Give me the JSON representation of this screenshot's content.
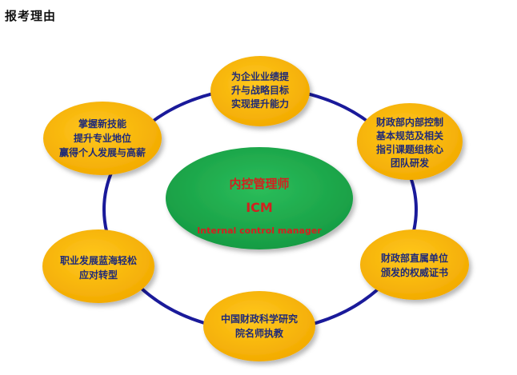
{
  "title": "报考理由",
  "center": {
    "title_cn": "内控管理师",
    "abbr": "ICM",
    "title_en": "Internal control manager"
  },
  "nodes": {
    "top": [
      "为企业业绩提",
      "升与战略目标",
      "实现提升能力"
    ],
    "upper_right": [
      "财政部内部控制",
      "基本规范及相关",
      "指引课题组核心",
      "团队研发"
    ],
    "lower_right": [
      "财政部直属单位",
      "颁发的权威证书"
    ],
    "bottom": [
      "中国财政科学研究",
      "院名师执教"
    ],
    "lower_left": [
      "职业发展蓝海轻松",
      "应对转型"
    ],
    "upper_left": [
      "掌握新技能",
      "提升专业地位",
      "赢得个人发展与高薪"
    ]
  },
  "colors": {
    "ring": "#1a1a9a",
    "node_fill": "#f7b500",
    "node_text": "#1f2a78",
    "center_fill": "#1aa84a",
    "center_text": "#d41f1f"
  }
}
